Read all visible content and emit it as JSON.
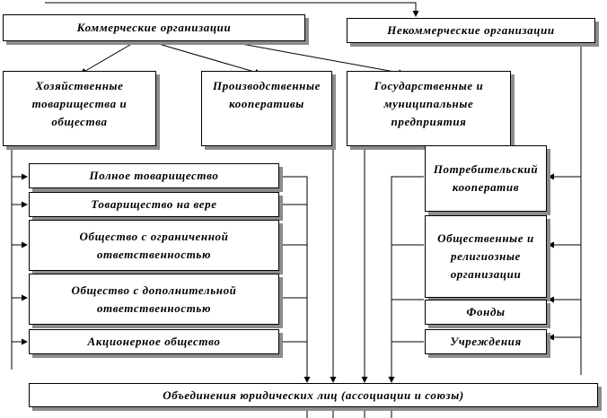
{
  "diagram": {
    "commercial": "Коммерческие организации",
    "noncommercial": "Некоммерческие организации",
    "business": "Хозяйственные товарищества и общества",
    "cooperatives": "Производственные кооперативы",
    "state": "Государственные и муниципальные предприятия",
    "full_partnership": "Полное товарищество",
    "faith_partnership": "Товарищество на вере",
    "llc": "Общество с ограниченной ответственностью",
    "alc": "Общество с дополнительной ответственностью",
    "jsc": "Акционерное общество",
    "consumer_coop": "Потребительский кооператив",
    "public_religious": "Общественные и религиозные организации",
    "funds": "Фонды",
    "institutions": "Учреждения",
    "associations": "Объединения юридических лиц (ассоциации и союзы)"
  }
}
